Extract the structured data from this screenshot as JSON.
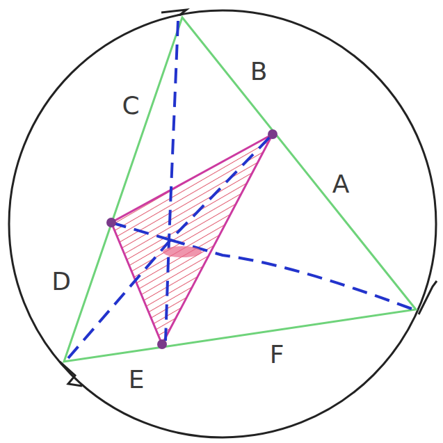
{
  "diagram": {
    "labels": [
      "C",
      "B",
      "A",
      "D",
      "E",
      "F"
    ]
  }
}
